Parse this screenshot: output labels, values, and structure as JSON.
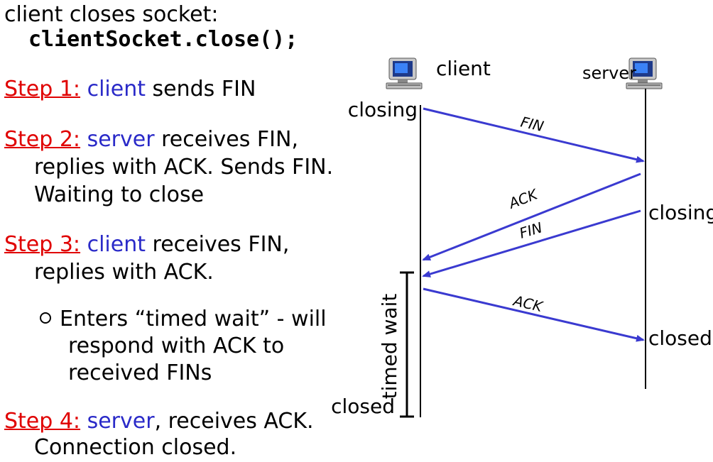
{
  "intro": {
    "line1": "client closes socket:",
    "code": "clientSocket.close();"
  },
  "steps": [
    {
      "label": "Step 1:",
      "actor": "client",
      "rest": " sends FIN"
    },
    {
      "label": "Step 2:",
      "actor": "server",
      "rest": " receives FIN,",
      "line2": "replies with ACK.  Sends FIN.",
      "line3": "Waiting to close"
    },
    {
      "label": "Step 3:",
      "actor": "client",
      "rest": " receives FIN,",
      "line2": "replies with ACK."
    },
    {
      "label": "Step 4:",
      "actor": "server",
      "rest": ", receives ACK.",
      "line2": "Connection closed."
    }
  ],
  "bullet": {
    "line1": "Enters “timed wait” - will",
    "line2": "respond with ACK to",
    "line3": "received FINs"
  },
  "diagram": {
    "client_label": "client",
    "server_label": "server",
    "client_closing": "closing",
    "client_closed": "closed",
    "server_closing": "closing",
    "server_closed": "closed",
    "timed_wait": "timed wait",
    "messages": [
      "FIN",
      "ACK",
      "FIN",
      "ACK"
    ]
  },
  "colors": {
    "step": "#e00000",
    "actor": "#2a2ac8",
    "arrow": "#3a3ad0"
  },
  "icons": [
    "computer-icon"
  ]
}
